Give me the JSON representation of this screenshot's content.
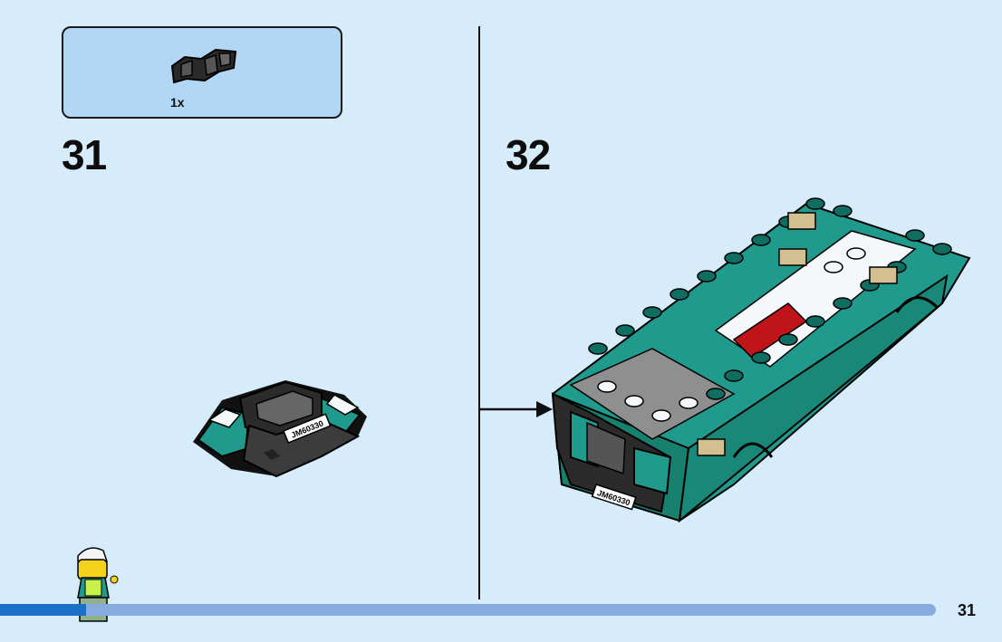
{
  "parts_callout": {
    "quantity": "1x",
    "part_icon": "black-bar-holder-clip-icon"
  },
  "steps": [
    {
      "number": "31"
    },
    {
      "number": "32"
    }
  ],
  "model_label": "JM60330",
  "page_number": "31",
  "colors": {
    "background": "#d6ecfb",
    "callout": "#b2d7f4",
    "teal": "#1f9a8c",
    "progress_bar": "#86abdf",
    "progress_bar_dark": "#1b6fc6"
  }
}
